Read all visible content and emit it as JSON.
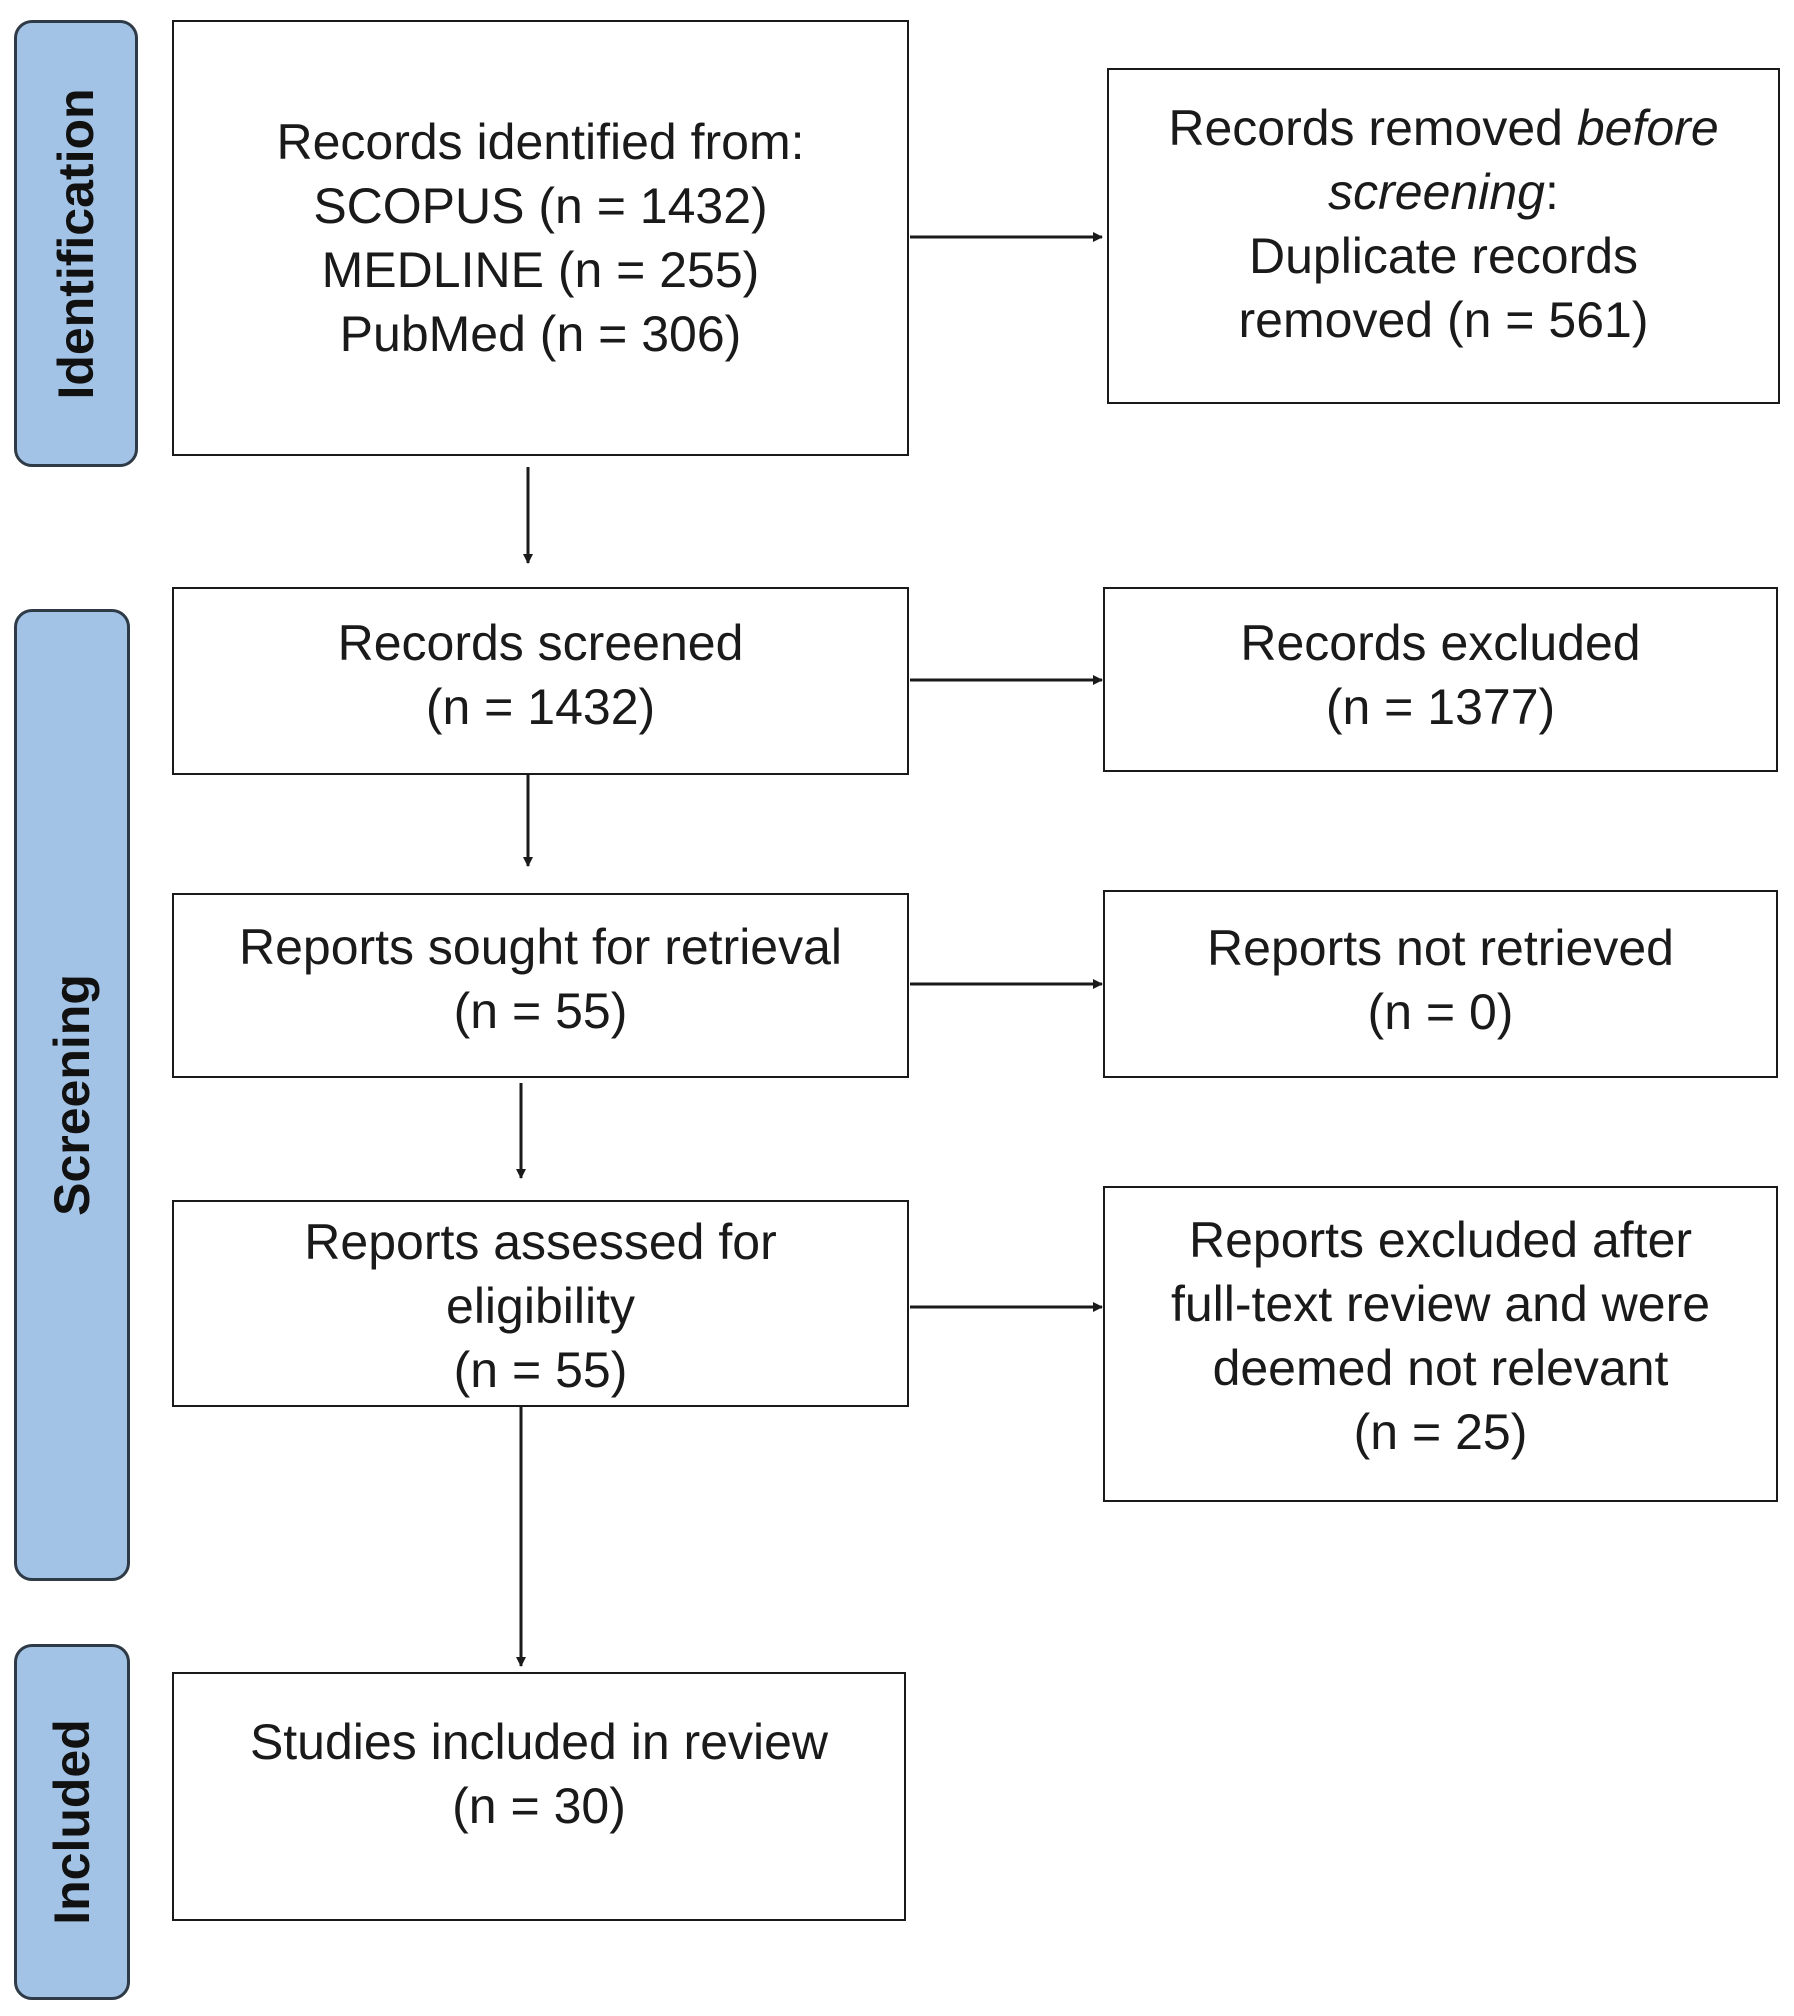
{
  "phases": {
    "identification": "Identification",
    "screening": "Screening",
    "included": "Included"
  },
  "boxes": {
    "identified": {
      "heading": "Records identified from:",
      "lines": [
        "SCOPUS (n = 1432)",
        "MEDLINE (n = 255)",
        "PubMed (n = 306)"
      ]
    },
    "removed": {
      "line1_prefix": "Records removed ",
      "line1_italic": "before",
      "line2_italic": "screening",
      "line2_suffix": ":",
      "line3": "Duplicate records",
      "line4": "removed  (n = 561)"
    },
    "screened": {
      "label": "Records screened",
      "count": "(n = 1432)"
    },
    "excluded": {
      "label": "Records excluded",
      "count": "(n = 1377)"
    },
    "sought": {
      "label": "Reports sought  for retrieval",
      "count": "(n = 55)"
    },
    "not_retrieved": {
      "label": "Reports not retrieved",
      "count": "(n = 0)"
    },
    "assessed": {
      "line1": "Reports assessed for",
      "line2": "eligibility",
      "count": "(n = 55)"
    },
    "excluded_fulltext": {
      "line1": "Reports excluded after",
      "line2": "full-text  review and were",
      "line3": "deemed not relevant",
      "count": "(n = 25)"
    },
    "included": {
      "label": "Studies included in review",
      "count": "(n = 30)"
    }
  },
  "colors": {
    "phase_fill": "#a3c3e6",
    "phase_border": "#2e3a46",
    "box_border": "#1a1a1a",
    "arrow": "#1a1a1a"
  }
}
